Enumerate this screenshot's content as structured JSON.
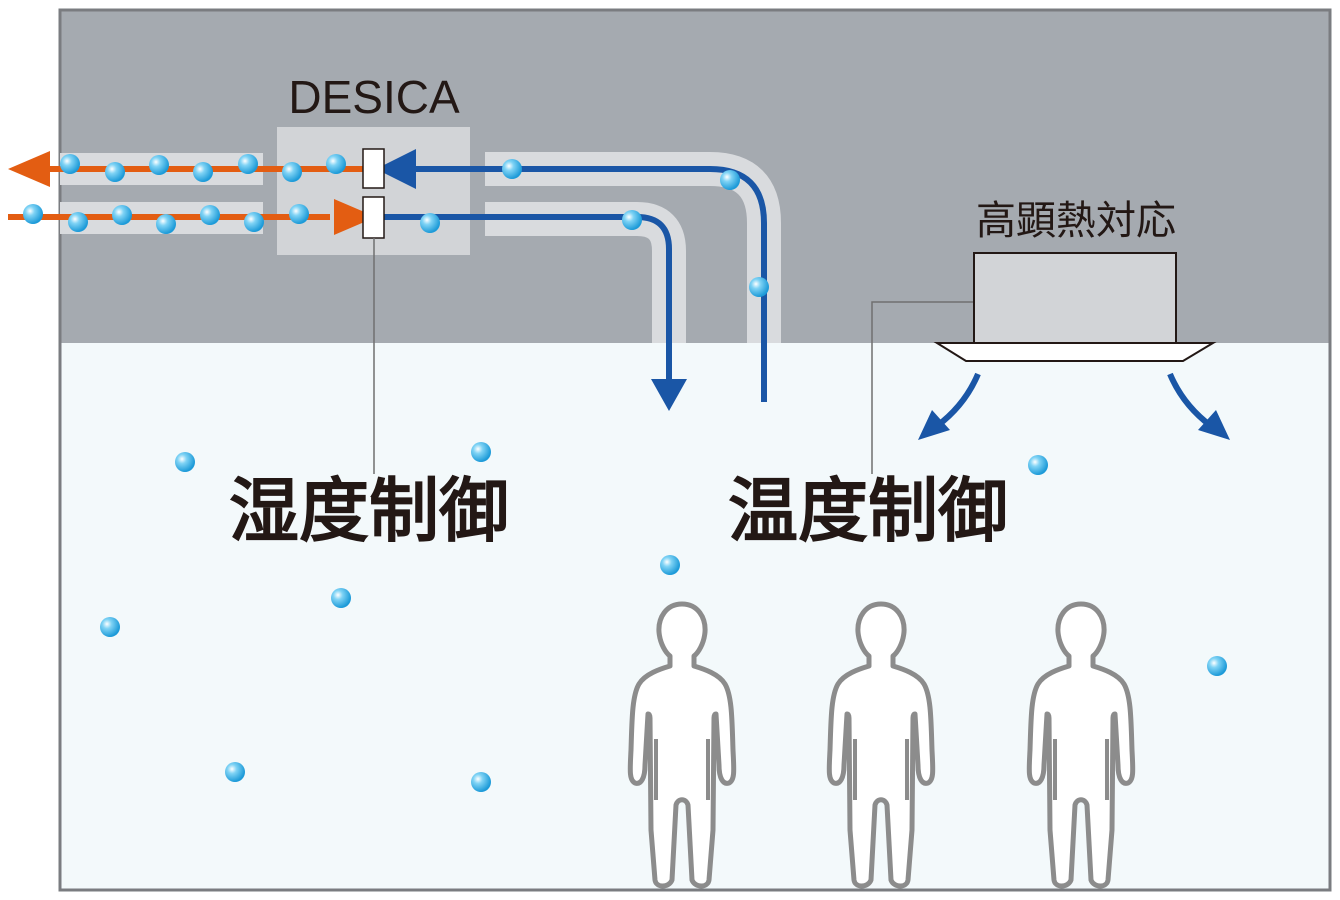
{
  "labels": {
    "desica": "DESICA",
    "unit": "高顕熱対応",
    "humidity_control": "湿度制御",
    "temperature_control": "温度制御"
  },
  "colors": {
    "ceiling": "#a5aab0",
    "room": "#f3f9fb",
    "border": "#7a7c80",
    "duct": "#d9dbde",
    "unit_body": "#d2d4d7",
    "exhaust_arrow": "#e35d12",
    "supply_arrow": "#1a56a6",
    "particle": "#36b1e6",
    "person_stroke": "#8c8c8c",
    "leader_line": "#707070"
  },
  "icons": {
    "particle": "moisture-particle-icon",
    "person": "person-icon"
  }
}
